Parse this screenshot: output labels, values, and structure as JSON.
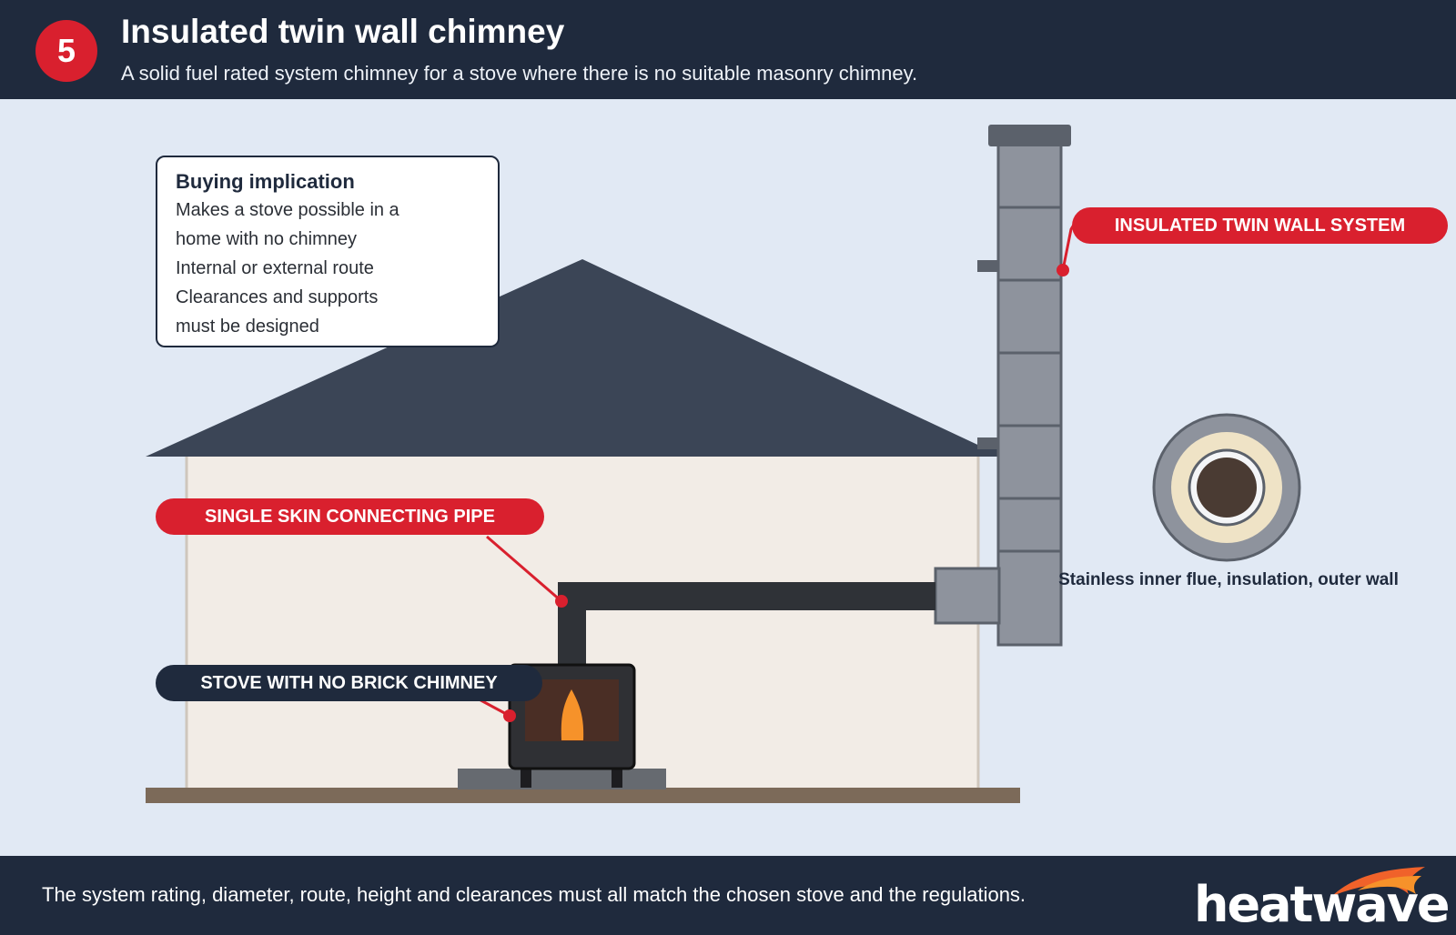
{
  "header": {
    "step_number": "5",
    "title": "Insulated twin wall chimney",
    "subtitle": "A solid fuel rated system chimney for a stove where there is no suitable masonry chimney."
  },
  "info_box": {
    "heading": "Buying implication",
    "lines": [
      "Makes a stove possible in a",
      "home with no chimney",
      "Internal or external route",
      "Clearances and supports",
      "must be designed"
    ]
  },
  "labels": {
    "twin_wall": "INSULATED TWIN WALL SYSTEM",
    "single_skin": "SINGLE SKIN CONNECTING PIPE",
    "stove": "STOVE WITH NO BRICK CHIMNEY",
    "cross_section": "Stainless inner flue, insulation, outer wall"
  },
  "footer": {
    "note": "The system rating, diameter, route, height and clearances must all match the chosen stove and the regulations.",
    "logo": "heatwave"
  },
  "colors": {
    "navy": "#1f2a3d",
    "accent_red": "#d9202e",
    "background": "#e1e9f4",
    "wall": "#f2ece6",
    "roof": "#3b4556",
    "chimney": "#8e939d",
    "flame": "#f6922a"
  }
}
